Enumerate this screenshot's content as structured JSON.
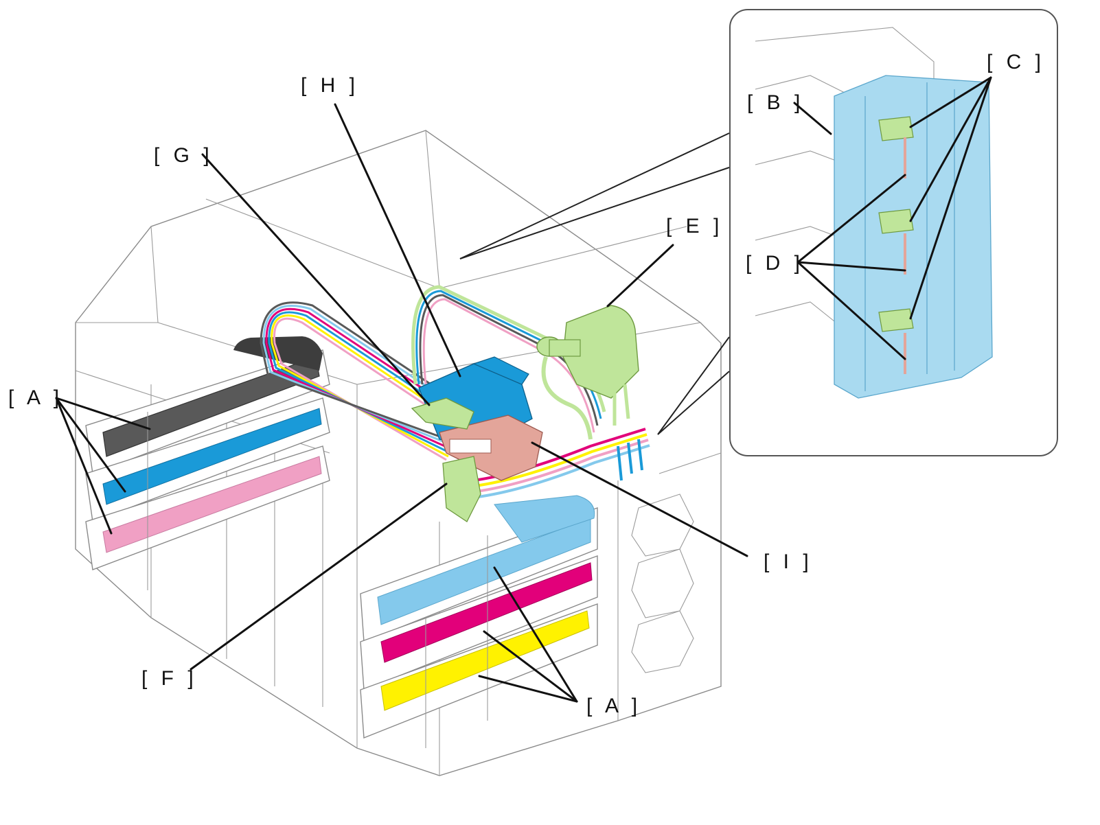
{
  "labels": {
    "A_left": "[ A ]",
    "A_right": "[ A ]",
    "B": "[ B ]",
    "C": "[ C ]",
    "D": "[ D ]",
    "E": "[ E ]",
    "F": "[ F ]",
    "G": "[ G ]",
    "H": "[ H ]",
    "I": "[ I ]"
  },
  "colors": {
    "black_ink": "#595959",
    "cyan_ink": "#1a9ad8",
    "photo_magenta_ink": "#f0a0c4",
    "photo_cyan_ink": "#84c9ec",
    "magenta_ink": "#e2007a",
    "yellow_ink": "#fff200",
    "highlight_green": "#bfe59a",
    "highlight_blue": "#a9daf0",
    "highlight_salmon": "#e3a59a"
  }
}
